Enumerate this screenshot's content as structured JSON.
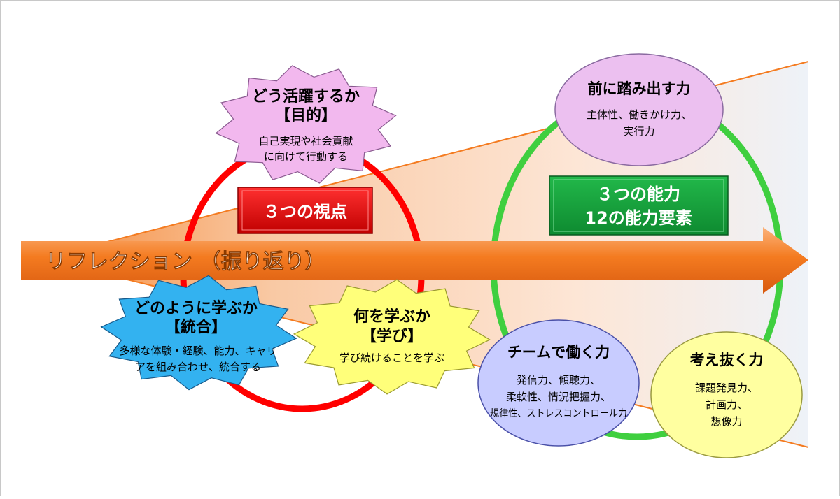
{
  "banner": {
    "text": "リフレクション （振り返り）"
  },
  "perspectives": {
    "line1": "３つの視点"
  },
  "abilities": {
    "line1": "３つの能力",
    "line2": "12の能力要素"
  },
  "purpose": {
    "title": "どう活躍するか",
    "bracket": "【目的】",
    "desc1": "自己実現や社会貢献",
    "desc2": "に向けて行動する"
  },
  "integration": {
    "title": "どのように学ぶか",
    "bracket": "【統合】",
    "desc1": "多様な体験・経験、能力、キャリ",
    "desc2": "アを組み合わせ、統合する"
  },
  "learning": {
    "title": "何を学ぶか",
    "bracket": "【学び】",
    "desc1": "学び続けることを学ぶ"
  },
  "step_forward": {
    "title": "前に踏み出す力",
    "desc1": "主体性、働きかけ力、",
    "desc2": "実行力"
  },
  "teamwork": {
    "title": "チームで働く力",
    "desc1": "発信力、傾聴力、",
    "desc2": "柔軟性、情況把握力、",
    "desc3": "規律性、ストレスコントロール力"
  },
  "think_through": {
    "title": "考え抜く力",
    "desc1": "課題発見力、",
    "desc2": "計画力、",
    "desc3": "想像力"
  },
  "colors": {
    "arrow": "#f47b20",
    "red_ring": "#ff0000",
    "green_ring": "#3fcf3f",
    "pink_star": "#f2b8ee",
    "blue_star": "#33b2f0",
    "yellow_star": "#ffff7a",
    "lavender": "#ecc0f0",
    "periwinkle": "#c8ccff",
    "yellow_oval": "#ffffa0"
  }
}
